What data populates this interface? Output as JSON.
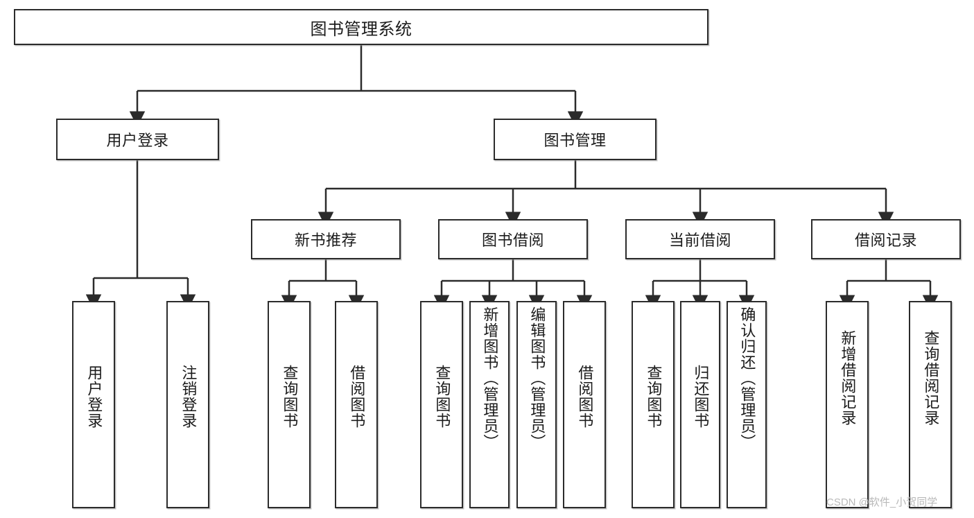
{
  "diagram": {
    "type": "hierarchy-tree",
    "title": "图书管理系统",
    "watermark": "CSDN @软件_小贺同学",
    "colors": {
      "stroke": "#2b2b2b",
      "fill": "#ffffff",
      "text": "#1b1b1b",
      "watermark": "#b9b9b9"
    },
    "nodes": {
      "root": {
        "label": "图书管理系统"
      },
      "level2": [
        {
          "id": "user_login",
          "label": "用户登录"
        },
        {
          "id": "book_mgmt",
          "label": "图书管理"
        }
      ],
      "level3": [
        {
          "id": "new_book_rec",
          "label": "新书推荐"
        },
        {
          "id": "book_borrow",
          "label": "图书借阅"
        },
        {
          "id": "current_borrow",
          "label": "当前借阅"
        },
        {
          "id": "borrow_record",
          "label": "借阅记录"
        }
      ],
      "leaves": [
        {
          "id": "leaf_user_login",
          "label": "用户登录",
          "parent": "user_login"
        },
        {
          "id": "leaf_logout",
          "label": "注销登录",
          "parent": "user_login"
        },
        {
          "id": "leaf_query_book_1",
          "label": "查询图书",
          "parent": "new_book_rec"
        },
        {
          "id": "leaf_borrow_book_1",
          "label": "借阅图书",
          "parent": "new_book_rec"
        },
        {
          "id": "leaf_query_book_2",
          "label": "查询图书",
          "parent": "book_borrow"
        },
        {
          "id": "leaf_add_book",
          "label": "新增图书（管理员）",
          "parent": "book_borrow"
        },
        {
          "id": "leaf_edit_book",
          "label": "编辑图书（管理员）",
          "parent": "book_borrow"
        },
        {
          "id": "leaf_borrow_book_2",
          "label": "借阅图书",
          "parent": "book_borrow"
        },
        {
          "id": "leaf_query_book_3",
          "label": "查询图书",
          "parent": "current_borrow"
        },
        {
          "id": "leaf_return_book",
          "label": "归还图书",
          "parent": "current_borrow"
        },
        {
          "id": "leaf_confirm_return",
          "label": "确认归还（管理员）",
          "parent": "current_borrow"
        },
        {
          "id": "leaf_add_record",
          "label": "新增借阅记录",
          "parent": "borrow_record"
        },
        {
          "id": "leaf_query_record",
          "label": "查询借阅记录",
          "parent": "borrow_record"
        }
      ]
    }
  }
}
